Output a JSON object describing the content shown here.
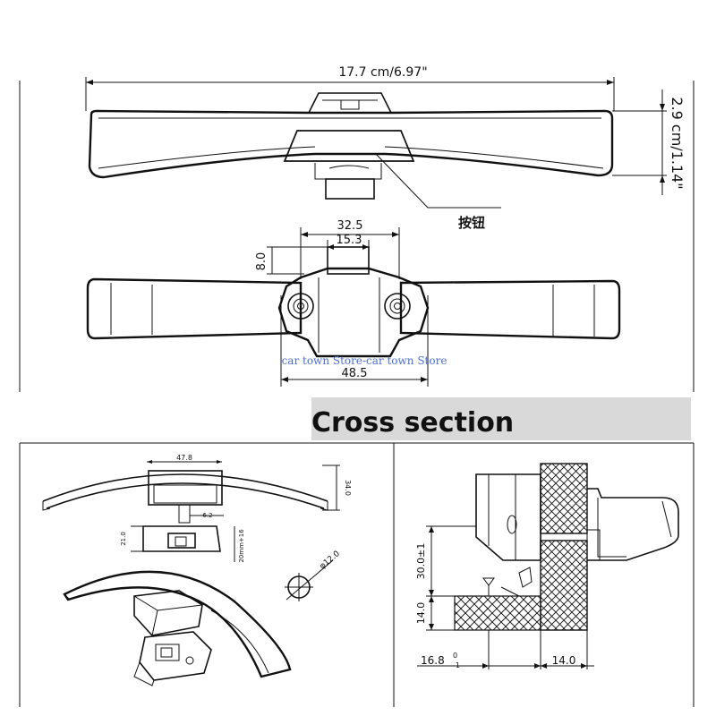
{
  "top_view": {
    "overall_length": "17.7 cm/6.97\"",
    "height": "2.9 cm/1.14\"",
    "button_label": "按钮"
  },
  "bottom_view": {
    "dim_outer_width": "32.5",
    "dim_inner_width": "15.3",
    "dim_tab_height": "8.0",
    "dim_base_width": "48.5"
  },
  "watermark": "car town Store-car town Store",
  "cross_section": {
    "title": "Cross section"
  },
  "left_drawing": {
    "dim_top": "47.8",
    "dim_height": "34.0",
    "dim_stem": "6.2",
    "dim_body": "21.0",
    "dim_range": "20mm+16",
    "dim_hole": "φ12.0"
  },
  "right_drawing": {
    "dim_travel": "30.0±1",
    "dim_base": "14.0",
    "dim_offset": "16.8",
    "dim_offset_tol": "0",
    "dim_offset_tol_lower": "-1",
    "dim_panel": "14.0"
  }
}
